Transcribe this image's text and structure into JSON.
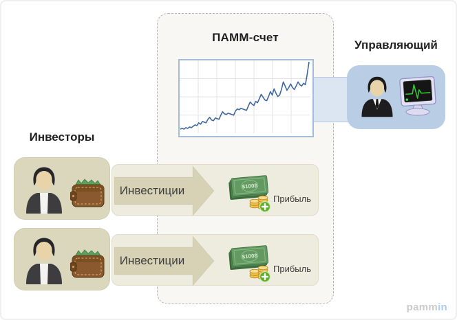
{
  "pamm_container": {
    "title": "ПАММ-счет"
  },
  "manager": {
    "label": "Управляющий"
  },
  "investors": {
    "label": "Инвесторы"
  },
  "rows": [
    {
      "arrow_label": "Инвестиции",
      "profit_label": "Прибыль",
      "banknote_text": "$100$"
    },
    {
      "arrow_label": "Инвестиции",
      "profit_label": "Прибыль",
      "banknote_text": "$100$"
    }
  ],
  "watermark": {
    "gray_part": "pamm",
    "accent_part": "in"
  },
  "colors": {
    "investor_box": "#dad7bd",
    "band": "#eeebdf",
    "arrow": "#d7d1b6",
    "manager_box": "#b9cde4",
    "connector": "#dce6f2",
    "chart_border": "#a3bcd9",
    "chart_line": "#40689f",
    "container_fill": "#f8f7f4",
    "watermark_accent": "#aaccee"
  },
  "chart_data": {
    "type": "line",
    "title": "",
    "x": "index",
    "values": [
      3,
      4,
      3,
      5,
      4,
      6,
      5,
      7,
      9,
      8,
      12,
      10,
      14,
      13,
      12,
      17,
      20,
      16,
      15,
      19,
      18,
      17,
      23,
      28,
      25,
      24,
      26,
      25,
      24,
      23,
      29,
      32,
      31,
      33,
      32,
      31,
      30,
      36,
      42,
      39,
      37,
      43,
      41,
      47,
      53,
      49,
      45,
      44,
      50,
      57,
      52,
      61,
      55,
      50,
      52,
      60,
      71,
      65,
      59,
      63,
      68,
      63,
      60,
      65,
      71,
      67,
      65,
      69,
      67,
      82,
      100
    ],
    "ylim": [
      0,
      100
    ],
    "grid": true,
    "grid_divisions": {
      "x": 7,
      "y": 4
    },
    "line_color": "#40689f",
    "legend": "none",
    "axis_labels": "none"
  }
}
